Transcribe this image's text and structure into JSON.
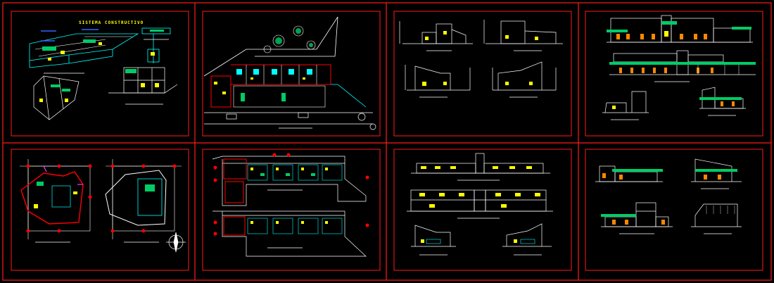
{
  "sheet": {
    "background": "#000000",
    "frame_color": "#ff1a1a",
    "title_text": "SISTEMA CONSTRUCTIVO"
  },
  "colors": {
    "yellow": "#ffff00",
    "cyan": "#00ffff",
    "green": "#00cc66",
    "orange": "#ff8800",
    "white": "#ffffff",
    "magenta": "#ff33ff",
    "gray": "#808080",
    "red": "#ff0000"
  },
  "panels": [
    {
      "id": "isometric-construction-system"
    },
    {
      "id": "site-plan"
    },
    {
      "id": "sections-set-1"
    },
    {
      "id": "elevations-set-1"
    },
    {
      "id": "floor-plans-unit"
    },
    {
      "id": "floor-plans-block"
    },
    {
      "id": "elevations-set-2"
    },
    {
      "id": "elevations-set-3"
    }
  ]
}
